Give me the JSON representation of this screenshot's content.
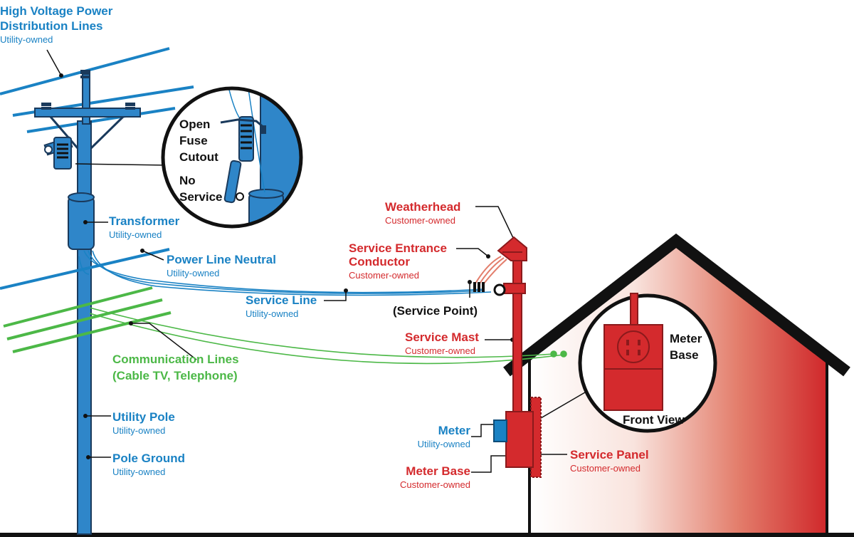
{
  "labels": {
    "hv_lines_1": "High Voltage Power",
    "hv_lines_2": "Distribution Lines",
    "hv_owner": "Utility-owned",
    "transformer": "Transformer",
    "transformer_owner": "Utility-owned",
    "neutral": "Power Line Neutral",
    "neutral_owner": "Utility-owned",
    "service_line": "Service Line",
    "service_line_owner": "Utility-owned",
    "comm_1": "Communication Lines",
    "comm_2": "(Cable TV, Telephone)",
    "pole": "Utility Pole",
    "pole_owner": "Utility-owned",
    "pole_ground": "Pole Ground",
    "pole_ground_owner": "Utility-owned",
    "weatherhead": "Weatherhead",
    "weatherhead_owner": "Customer-owned",
    "sec_1": "Service Entrance",
    "sec_2": "Conductor",
    "sec_owner": "Customer-owned",
    "service_point": "(Service Point)",
    "mast": "Service Mast",
    "mast_owner": "Customer-owned",
    "meter": "Meter",
    "meter_owner": "Utility-owned",
    "meter_base": "Meter Base",
    "meter_base_owner": "Customer-owned",
    "panel": "Service Panel",
    "panel_owner": "Customer-owned"
  },
  "fuse_inset": {
    "line1": "Open",
    "line2": "Fuse",
    "line3": "Cutout",
    "line4": "No",
    "line5": "Service"
  },
  "meter_inset": {
    "line1": "Meter",
    "line2": "Base",
    "caption": "Front View"
  },
  "colors": {
    "utility_blue": "#1a82c4",
    "customer_red": "#d42a2d",
    "comm_green": "#4cb847"
  }
}
